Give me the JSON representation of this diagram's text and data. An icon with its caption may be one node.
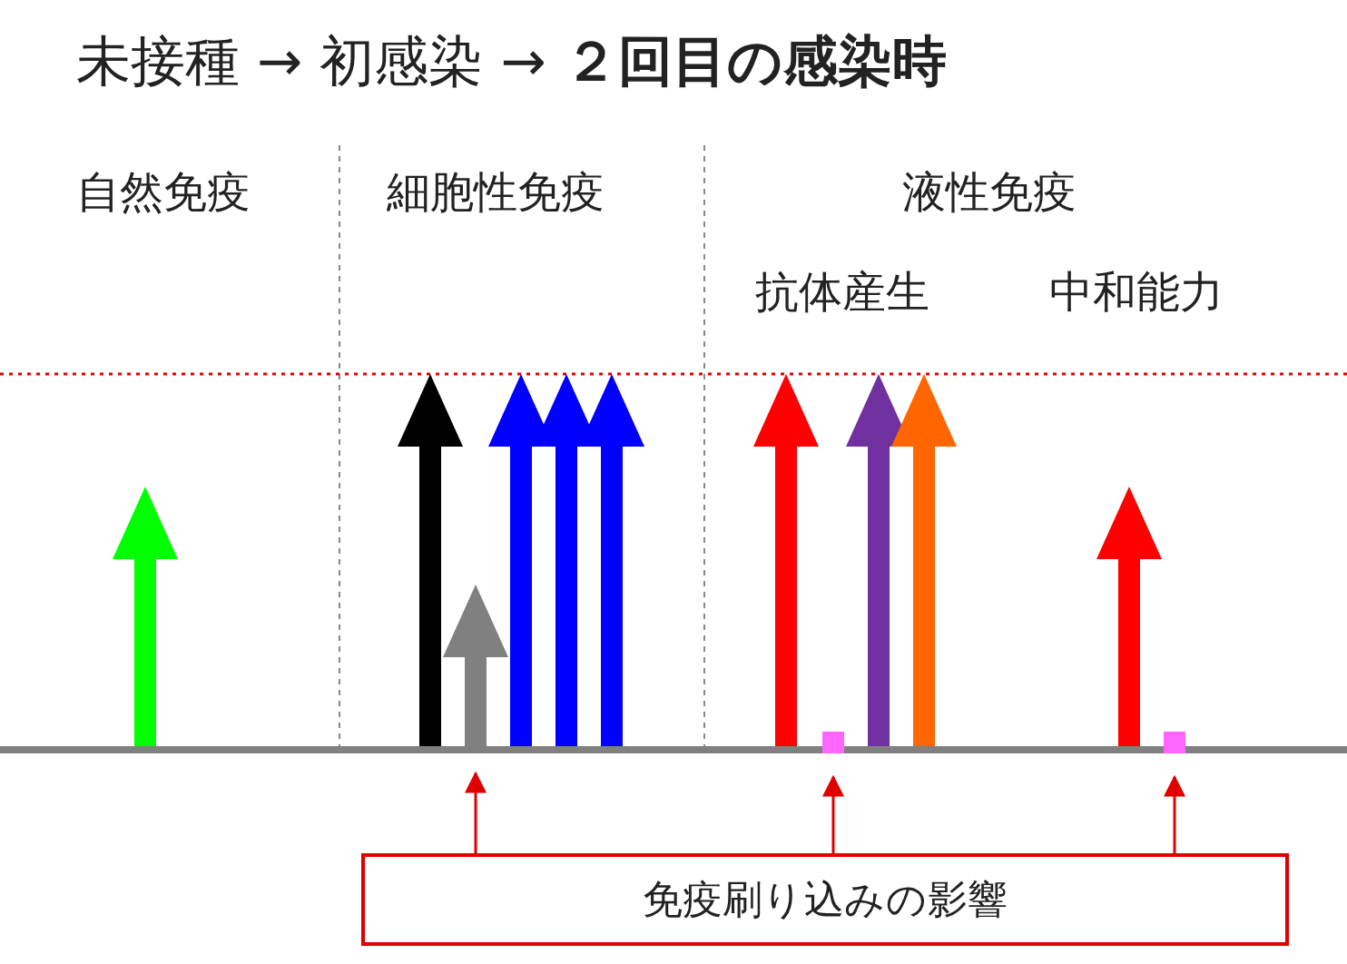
{
  "diagram": {
    "title": "未接種 → 初感染 → **２回目の感染時**",
    "nodes": [
      {
        "text": [
          "免疫刷り込みの影響"
        ]
      },
      {
        "text": [],
        "shape": "arrow"
      },
      {
        "text": [],
        "shape": "box"
      },
      {
        "text": [],
        "shape": "box"
      }
    ],
    "edges": [
      {
        "from": 0,
        "to": 1,
        "arrow": "to"
      },
      {
        "from": 0,
        "to": 2,
        "arrow": "to"
      },
      {
        "from": 0,
        "to": 3,
        "arrow": "to"
      }
    ],
    "labels": [
      "自然免疫",
      "細胞性免疫",
      "液性免疫",
      "抗体産生",
      "中和能力"
    ]
  }
}
